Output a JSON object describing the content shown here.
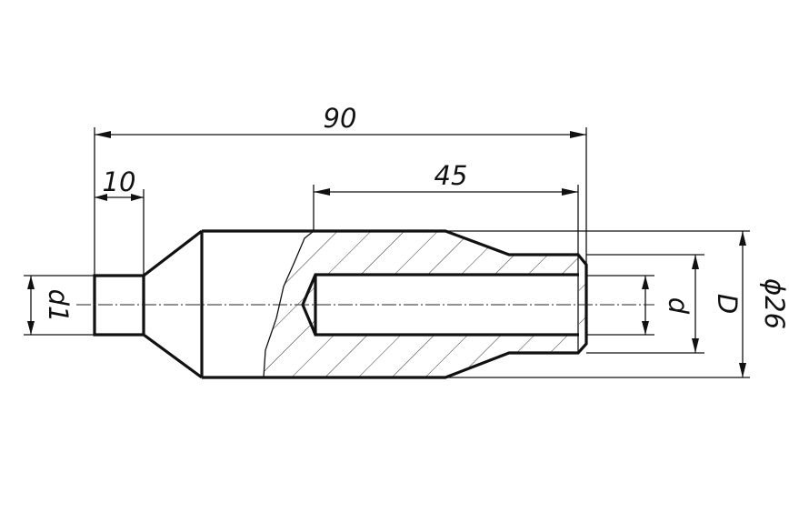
{
  "dimensions": {
    "overall_length": "90",
    "neck_length": "10",
    "bore_depth": "45",
    "neck_diameter": "d1",
    "bore_diameter": "d",
    "counterbore_diameter": "D",
    "body_diameter": "ϕ26"
  },
  "colors": {
    "line": "#111111",
    "background": "#ffffff"
  }
}
